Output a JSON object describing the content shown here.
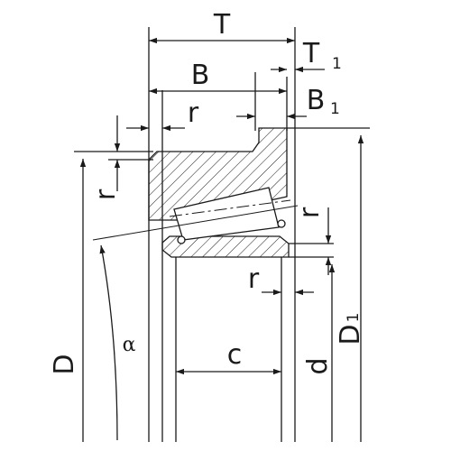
{
  "diagram": {
    "stroke_color": "#1a1a1a",
    "background": "#ffffff",
    "labels": {
      "T": "T",
      "T1": "T",
      "T1_sub": "1",
      "B": "B",
      "B1": "B",
      "B1_sub": "1",
      "r_top": "r",
      "r_left": "r",
      "r_right": "r",
      "r_bottom": "r",
      "D": "D",
      "D1": "D",
      "D1_sub": "1",
      "alpha": "α",
      "c": "c",
      "d": "d"
    }
  }
}
